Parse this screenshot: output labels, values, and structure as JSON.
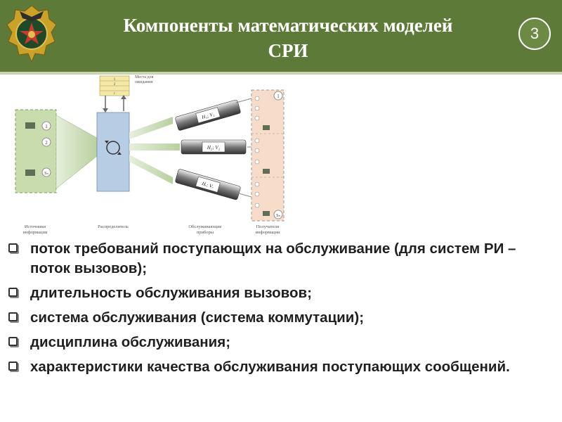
{
  "header": {
    "title_line1": "Компоненты математических моделей",
    "title_line2": "СРИ",
    "slide_number": "3",
    "emblem_icon": "military-emblem-icon"
  },
  "diagram": {
    "waiting_label_1": "Места для",
    "waiting_label_2": "ожидания",
    "queue_1": "1",
    "queue_2": "2",
    "queue_r": "r",
    "sources_label_1": "Источники",
    "sources_label_2": "информации",
    "distributor_label": "Распределитель",
    "servers_label_1": "Обслуживающие",
    "servers_label_2": "приборы",
    "receivers_label_1": "Получатели",
    "receivers_label_2": "информации",
    "source_1": "1",
    "source_2": "2",
    "source_n": "Sₙ",
    "server_1": "H₁; V₁",
    "server_2": "H₂; V₂",
    "server_3": "Hᵣ; Vᵣ",
    "receiver_1": "1",
    "receiver_n": "Sₙ"
  },
  "list": {
    "items": [
      "поток требований поступающих на обслуживание (для систем РИ – поток вызовов);",
      "длительность обслуживания вызовов;",
      "система обслуживания (система коммутации);",
      "дисциплина обслуживания;",
      "характеристики качества обслуживания поступающих сообщений."
    ]
  },
  "colors": {
    "header_bg": "#5e7a38",
    "source_box": "#c8dcae",
    "distributor_box": "#b7cde3",
    "receiver_box": "#f7dcc9"
  }
}
